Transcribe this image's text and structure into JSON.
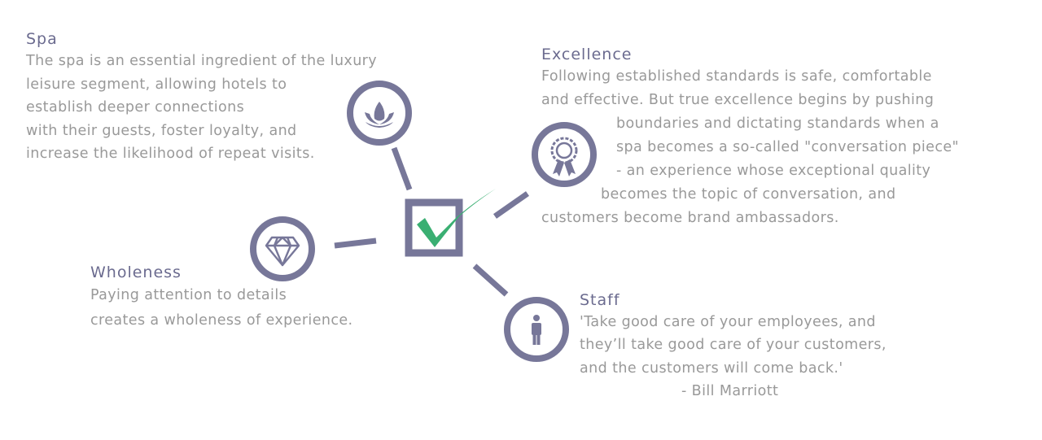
{
  "colors": {
    "node_ring": "#777799",
    "connector": "#777799",
    "check": "#3aaf72",
    "heading": "#6b6b8f",
    "body_text": "#999999"
  },
  "center": {
    "icon": "checkbox-check-icon"
  },
  "nodes": {
    "spa": {
      "icon": "lotus-icon",
      "title": "Spa",
      "lines": [
        "The spa is an essential ingredient of the luxury",
        "leisure segment, allowing hotels to",
        "establish deeper connections",
        "with their guests, foster loyalty, and",
        "increase the likelihood of repeat visits."
      ]
    },
    "excellence": {
      "icon": "award-rosette-icon",
      "title": "Excellence",
      "lines": [
        "Following established standards is safe, comfortable",
        "and effective. But true excellence begins by pushing",
        "boundaries and dictating standards when a",
        "spa becomes a so-called \"conversation piece\"",
        "- an experience whose exceptional quality",
        "becomes the topic of conversation, and",
        "customers become brand ambassadors."
      ]
    },
    "wholeness": {
      "icon": "diamond-icon",
      "title": "Wholeness",
      "lines": [
        "Paying attention to details",
        "creates a wholeness of experience."
      ]
    },
    "staff": {
      "icon": "person-icon",
      "title": "Staff",
      "lines": [
        "'Take good care of your employees, and",
        "they’ll take good care of your customers,",
        "and the customers will come back.'",
        "- Bill Marriott"
      ]
    }
  }
}
